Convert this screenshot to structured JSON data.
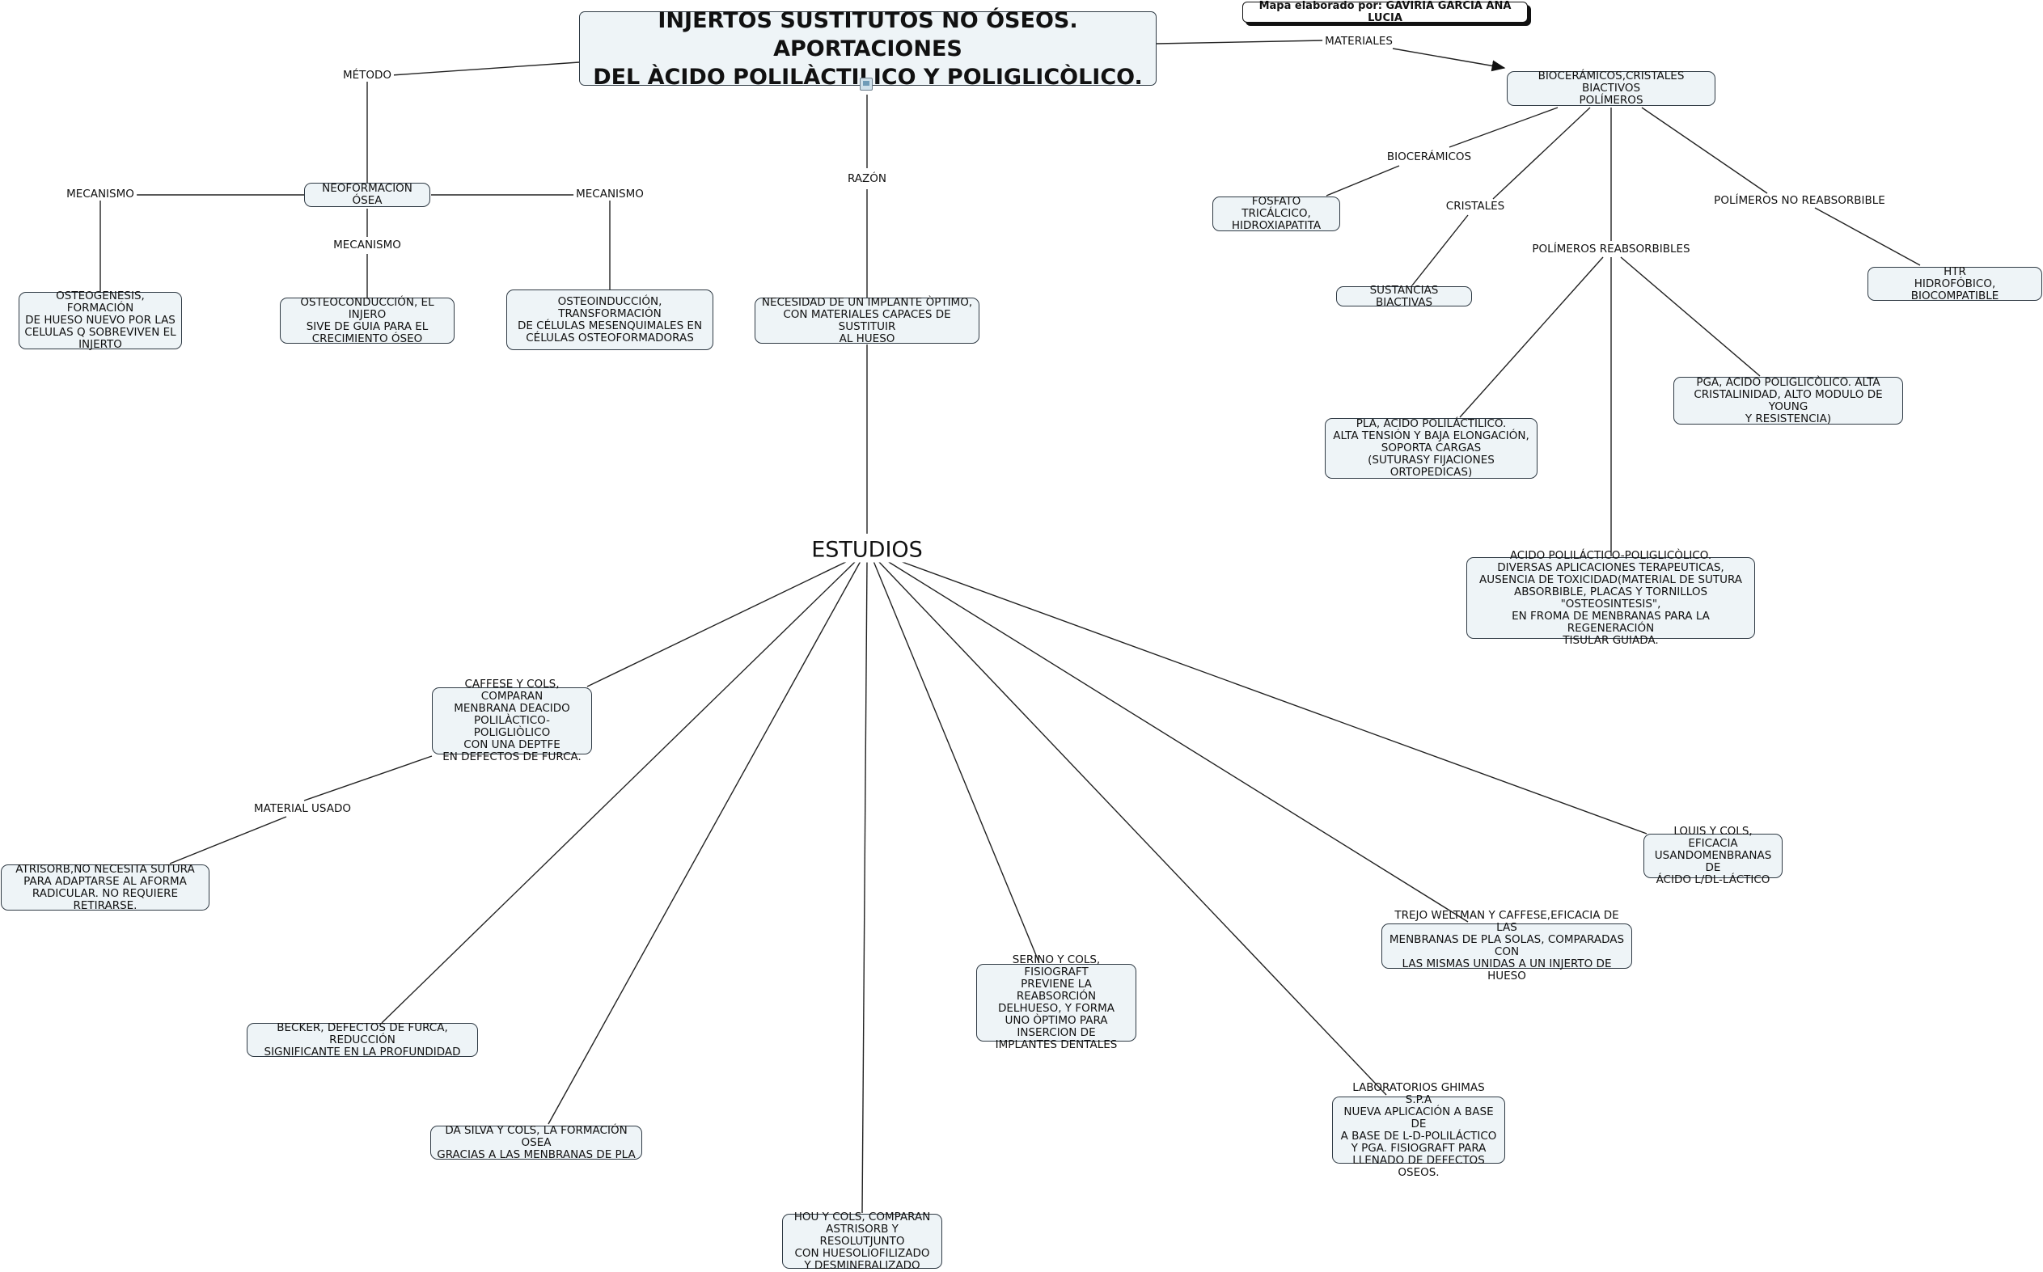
{
  "title": "INJERTOS SUSTITUTOS NO ÓSEOS. APORTACIONES\nDEL ÀCIDO POLILÀCTILICO Y POLIGLICÒLICO.",
  "author": "Mapa elaborado por: GAVIRIA GARCIA ANA LUCIA",
  "icon": "document-icon",
  "labels": {
    "metodo": "MÉTODO",
    "materiales": "MATERIALES",
    "razon": "RAZÓN",
    "mecanismo_left": "MECANISMO",
    "mecanismo_mid": "MECANISMO",
    "mecanismo_right": "MECANISMO",
    "bioceramicos": "BIOCERÁMICOS",
    "cristales": "CRISTALES",
    "polimeros_no": "POLÍMEROS NO REABSORBIBLE",
    "polimeros_re": "POLÍMEROS REABSORBIBLES",
    "material_usado": "MATERIAL USADO",
    "estudios": "ESTUDIOS"
  },
  "nodes": {
    "neoformacion": "NEOFORMACION ÓSEA",
    "osteogenesis": "OSTEOGENESIS, FORMACIÓN\nDE HUESO NUEVO POR LAS\nCELULAS Q SOBREVIVEN EL\nINJERTO",
    "osteoconduccion": "OSTEOCONDUCCIÓN, EL INJERO\nSIVE DE GUIA PARA EL\nCRECIMIENTO ÓSEO",
    "osteoinduccion": "OSTEOINDUCCIÓN, TRANSFORMACIÓN\nDE CÉLULAS MESENQUIMALES EN\nCÉLULAS OSTEOFORMADORAS",
    "necesidad": "NECESIDAD DE UN IMPLANTE ÒPTIMO,\nCON MATERIALES CAPACES DE SUSTITUIR\nAL HUESO",
    "materiales_box": "BIOCERÁMICOS,CRISTALES BIACTIVOS\nPOLÍMEROS",
    "fosfato": "FOSFATO TRICÁLCICO,\nHIDROXIAPATITA",
    "sustancias": "SUSTANCIAS BIACTIVAS",
    "htr": "HTR\nHIDROFÓBICO, BIOCOMPATIBLE",
    "pga": "PGA, ACIDO POLIGLICÒLICO. ALTA\nCRISTALINIDAD, ALTO MODULO DE YOUNG\nY RESISTENCIA)",
    "pla": "PLA, ACIDO POLILÁCTILICO.\nALTA TENSIÓN Y BAJA ELONGACIÓN,\nSOPORTA CARGAS\n(SUTURASY FIJACIONES ORTOPEDICAS)",
    "acido": "ACIDO POLILÁCTICO-POLIGLICÒLICO.\nDIVERSAS APLICACIONES TERAPEUTICAS,\nAUSENCIA DE TOXICIDAD(MATERIAL DE SUTURA\nABSORBIBLE, PLACAS Y TORNILLOS \"OSTEOSINTESIS\",\nEN FROMA DE MENBRANAS PARA LA REGENERACIÓN\nTISULAR GUIADA.",
    "caffese": "CAFFESE Y COLS, COMPARAN\nMENBRANA DEACIDO\nPOLILÀCTICO-POLIGLIÒLICO\nCON UNA DEPTFE\nEN DEFECTOS DE FURCA.",
    "atrisorb": "ATRISORB,NO NECESITA SUTURA\nPARA ADAPTARSE AL AFORMA\nRADICULAR. NO REQUIERE RETIRARSE.",
    "becker": "BECKER, DEFECTOS DE FURCA, REDUCCIÓN\nSIGNIFICANTE EN LA PROFUNDIDAD",
    "dasilva": "DA SILVA Y COLS, LA FORMACIÓN OSEA\nGRACIAS A LAS MENBRANAS DE PLA",
    "hou": "HOU Y COLS, COMPARAN\nASTRISORB Y RESOLUTJUNTO\nCON HUESOLIOFILIZADO\nY DESMINERALIZADO",
    "serino": "SERINO Y COLS,  FISIOGRAFT\nPREVIENE LA REABSORCIÓN\nDELHUESO, Y FORMA\nUNO ÒPTIMO PARA\nINSERCION DE\nIMPLANTES DENTALES",
    "laboratorios": "LABORATORIOS GHIMAS S.P.A\nNUEVA APLICACIÓN A BASE DE\nA BASE DE L-D-POLILÁCTICO\nY PGA. FISIOGRAFT PARA\nLLENADO DE DEFECTOS OSEOS.",
    "trejo": "TREJO WELTMAN Y CAFFESE,EFICACIA DE LAS\nMENBRANAS DE PLA SOLAS, COMPARADAS CON\nLAS MISMAS UNIDAS A UN INJERTO DE HUESO",
    "louis": "LOUIS Y COLS, EFICACIA\nUSANDOMENBRANAS DE\nÁCIDO L/DL-LÁCTICO"
  }
}
